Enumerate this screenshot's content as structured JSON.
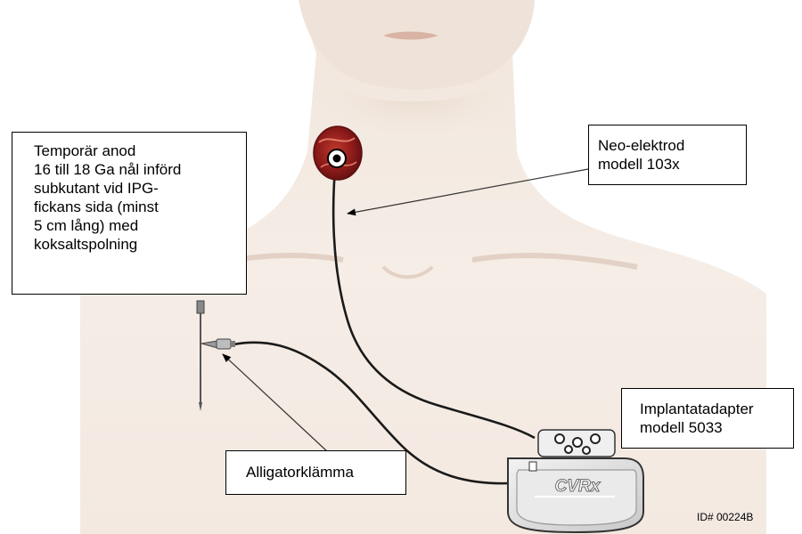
{
  "callouts": {
    "temporary_anode": {
      "lines": [
        "Temporär anod",
        "16 till 18 Ga nål införd",
        "subkutant vid IPG-",
        "fickans sida (minst",
        "5 cm lång) med",
        "koksaltspolning"
      ]
    },
    "neo_electrode": {
      "lines": [
        "Neo-elektrod",
        "modell 103x"
      ]
    },
    "implant_adapter": {
      "lines": [
        "Implantatadapter",
        "modell 5033"
      ]
    },
    "alligator_clip": {
      "label": "Alligatorklämma"
    }
  },
  "device_logo": "CVRx",
  "image_id": "ID# 00224B",
  "colors": {
    "skin_light": "#f6eee6",
    "skin_mid": "#ecdcd0",
    "skin_shadow": "#d8c4b6",
    "lead_wire": "#1a1a1a",
    "electrode_tissue": "#8e1b1b",
    "device_body": "#d9d9d9",
    "device_face": "#e9e9e9"
  }
}
